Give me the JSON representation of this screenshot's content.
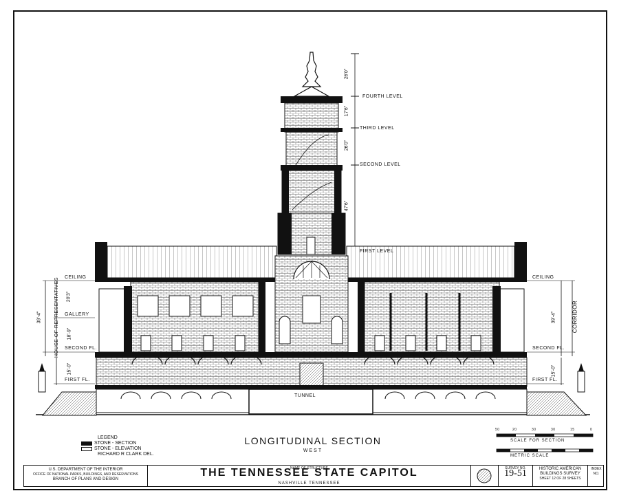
{
  "drawing": {
    "title": "LONGITUDINAL SECTION",
    "subtitle": "WEST",
    "tunnel_label": "TUNNEL"
  },
  "levels_right": {
    "fourth": "FOURTH LEVEL",
    "third": "THIRD LEVEL",
    "second": "SECOND LEVEL",
    "first": "FIRST LEVEL"
  },
  "tower_dimensions": [
    "26'0\"",
    "17'6\"",
    "26'0\"",
    "47'6\""
  ],
  "left_labels": {
    "ceiling": "CEILING",
    "gallery": "GALLERY",
    "second_fl": "SECOND FL.",
    "first_fl": "FIRST FL.",
    "house": "HOUSE OF REPRESENTATIVES",
    "dim_total": "39'-4\"",
    "dim_a": "20'3\"",
    "dim_b": "18'-9\"",
    "dim_c": "15'-0\""
  },
  "right_labels": {
    "ceiling": "CEILING",
    "corridor": "CORRIDOR",
    "second_fl": "SECOND FL.",
    "first_fl": "FIRST FL.",
    "dim_total": "39'-4\"",
    "dim_c": "15'-0\""
  },
  "legend": {
    "heading": "LEGEND",
    "section": "STONE - SECTION",
    "elevation": "STONE - ELEVATION",
    "delineator": "RICHARD R CLARK DEL."
  },
  "scale": {
    "ticks": [
      "50",
      "20",
      "30",
      "30",
      "15",
      "0"
    ],
    "section_label": "SCALE FOR SECTION",
    "metric_label": "METRIC SCALE"
  },
  "title_block": {
    "agency": [
      "U.S. DEPARTMENT OF THE INTERIOR",
      "OFFICE OF NATIONAL PARKS, BUILDINGS, AND RESERVATIONS",
      "BRANCH OF PLANS AND DESIGN"
    ],
    "name_caption": "NAME OF STRUCTURE",
    "name": "THE TENNESSEE STATE CAPITOL",
    "location": "NASHVILLE    TENNESSEE",
    "survey_caption": "SURVEY NO.",
    "survey_no": "19-51",
    "habs": [
      "HISTORIC AMERICAN",
      "BUILDINGS SURVEY",
      "SHEET 12 OF 28 SHEETS"
    ],
    "index_caption": "INDEX NO."
  }
}
